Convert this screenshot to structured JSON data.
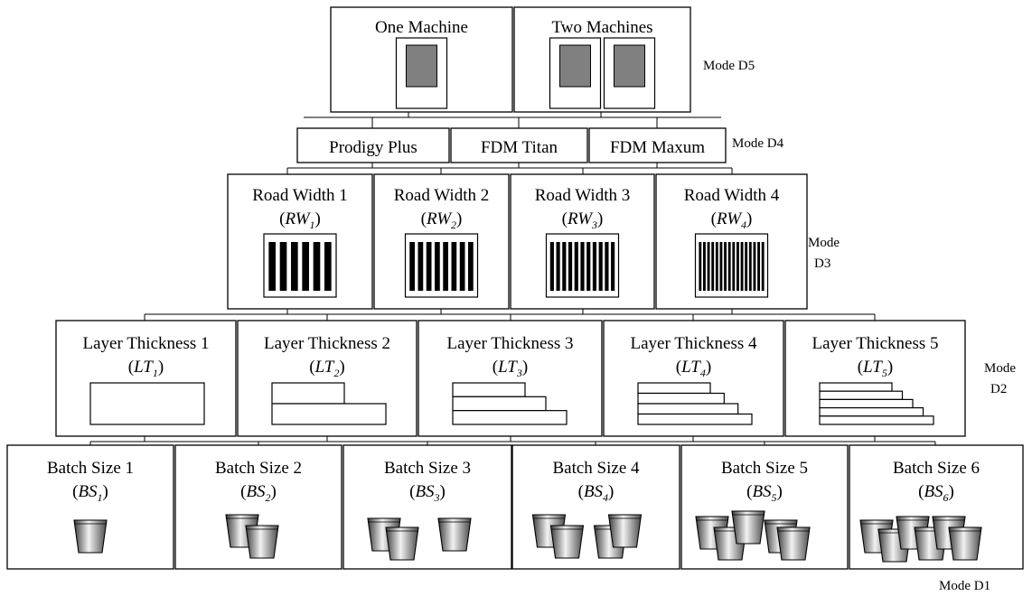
{
  "d5": {
    "mode_label": "Mode D5",
    "boxes": [
      {
        "title": "One Machine",
        "machine_count": 1
      },
      {
        "title": "Two Machines",
        "machine_count": 2
      }
    ]
  },
  "d4": {
    "mode_label": "Mode D4",
    "boxes": [
      {
        "title": "Prodigy Plus"
      },
      {
        "title": "FDM Titan"
      },
      {
        "title": "FDM Maxum"
      }
    ]
  },
  "d3": {
    "mode_label": [
      "Mode",
      "D3"
    ],
    "boxes": [
      {
        "title": "Road Width 1",
        "sym": "RW",
        "sub": "1",
        "bar_count": 6
      },
      {
        "title": "Road Width 2",
        "sym": "RW",
        "sub": "2",
        "bar_count": 8
      },
      {
        "title": "Road Width 3",
        "sym": "RW",
        "sub": "3",
        "bar_count": 11
      },
      {
        "title": "Road Width 4",
        "sym": "RW",
        "sub": "4",
        "bar_count": 16
      }
    ]
  },
  "d2": {
    "mode_label": [
      "Mode",
      "D2"
    ],
    "boxes": [
      {
        "title": "Layer Thickness 1",
        "sym": "LT",
        "sub": "1",
        "layer_count": 1
      },
      {
        "title": "Layer Thickness 2",
        "sym": "LT",
        "sub": "2",
        "layer_count": 2
      },
      {
        "title": "Layer Thickness 3",
        "sym": "LT",
        "sub": "3",
        "layer_count": 3
      },
      {
        "title": "Layer Thickness 4",
        "sym": "LT",
        "sub": "4",
        "layer_count": 4
      },
      {
        "title": "Layer Thickness 5",
        "sym": "LT",
        "sub": "5",
        "layer_count": 5
      }
    ]
  },
  "d1": {
    "mode_label": "Mode D1",
    "boxes": [
      {
        "title": "Batch Size 1",
        "sym": "BS",
        "sub": "1",
        "part_count": 1
      },
      {
        "title": "Batch Size 2",
        "sym": "BS",
        "sub": "2",
        "part_count": 2
      },
      {
        "title": "Batch Size 3",
        "sym": "BS",
        "sub": "3",
        "part_count": 3
      },
      {
        "title": "Batch Size 4",
        "sym": "BS",
        "sub": "4",
        "part_count": 4
      },
      {
        "title": "Batch Size 5",
        "sym": "BS",
        "sub": "5",
        "part_count": 5
      },
      {
        "title": "Batch Size 6",
        "sym": "BS",
        "sub": "6",
        "part_count": 6
      }
    ]
  }
}
